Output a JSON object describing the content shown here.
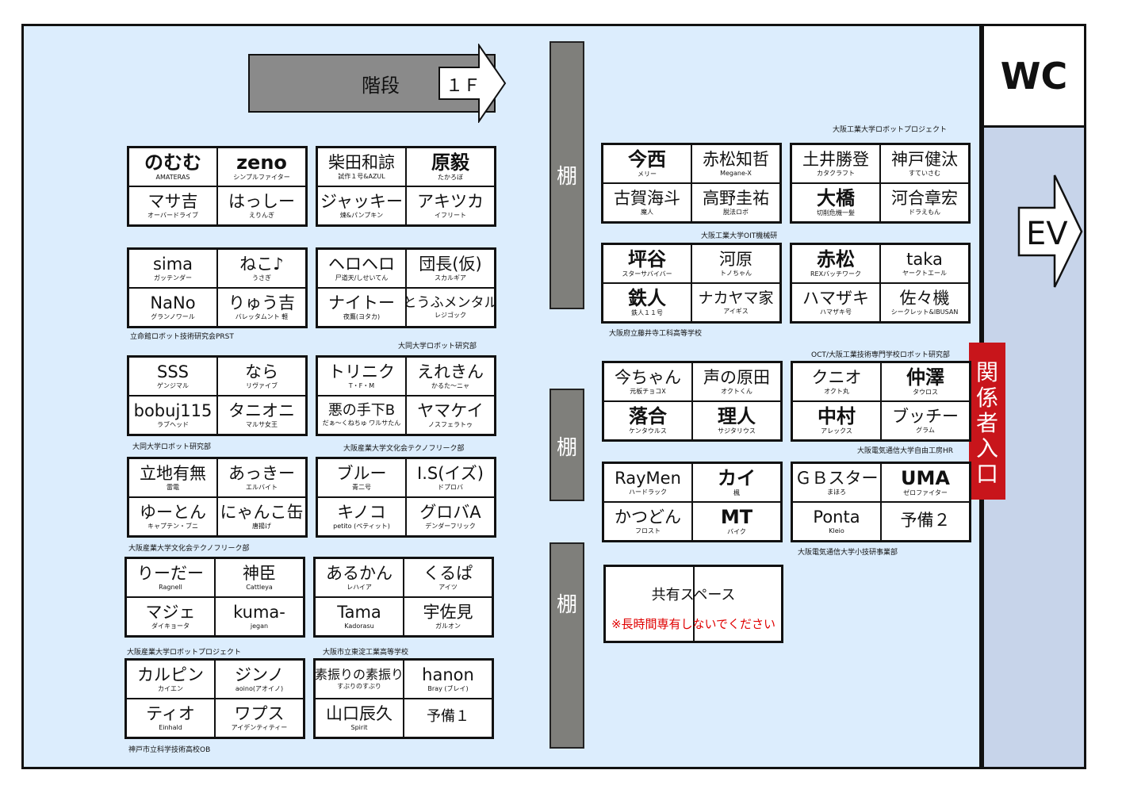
{
  "stairs": {
    "label": "階段",
    "floor": "１Ｆ"
  },
  "wc": "WC",
  "ev": "EV",
  "shelf": "棚",
  "entrance": "関係者入口",
  "shared_space": {
    "title": "共有スペース",
    "warning": "※長時間専有しないでください"
  },
  "clusters": [
    {
      "cells": [
        {
          "n": "のむむ",
          "s": "AMATERAS"
        },
        {
          "n": "zeno",
          "s": "シンプルファイター"
        },
        {
          "n": "マサ吉",
          "s": "オーバードライブ"
        },
        {
          "n": "はっしー",
          "s": "えりんぎ"
        }
      ]
    },
    {
      "cells": [
        {
          "n": "柴田和諒",
          "s": "試作１号&AZUL"
        },
        {
          "n": "原毅",
          "s": "たかろぼ"
        },
        {
          "n": "ジャッキー",
          "s": "煉&パンプキン"
        },
        {
          "n": "アキツカ",
          "s": "イフリート"
        }
      ]
    },
    {
      "cells": [
        {
          "n": "sima",
          "s": "ガッテンダー"
        },
        {
          "n": "ねこ♪",
          "s": "うさぎ"
        },
        {
          "n": "NaNo",
          "s": "グランノワール"
        },
        {
          "n": "りゅう吉",
          "s": "バレッタムント 軽"
        }
      ]
    },
    {
      "cells": [
        {
          "n": "ヘロヘロ",
          "s": "尸道天/しせいてん"
        },
        {
          "n": "団長(仮)",
          "s": "スカルギア"
        },
        {
          "n": "ナイトー",
          "s": "夜鷹(ヨタカ)"
        },
        {
          "n": "とうふメンタル",
          "s": "レジゴック"
        }
      ]
    },
    {
      "cells": [
        {
          "n": "SSS",
          "s": "ゲンジマル"
        },
        {
          "n": "なら",
          "s": "リヴァイブ"
        },
        {
          "n": "bobuj115",
          "s": "ラブヘッド"
        },
        {
          "n": "タニオニ",
          "s": "マルサ女王"
        }
      ]
    },
    {
      "cells": [
        {
          "n": "トリニク",
          "s": "T・F・M"
        },
        {
          "n": "えれきん",
          "s": "かるた～ニャ"
        },
        {
          "n": "悪の手下B",
          "s": "だぁ～くねちゅ ワルサたん"
        },
        {
          "n": "ヤマケイ",
          "s": "ノスフェラトゥ"
        }
      ]
    },
    {
      "cells": [
        {
          "n": "立地有無",
          "s": "雷電"
        },
        {
          "n": "あっきー",
          "s": "エルバイト"
        },
        {
          "n": "ゆーとん",
          "s": "キャプテン・ブニ"
        },
        {
          "n": "にゃんこ缶",
          "s": "唐揚げ"
        }
      ]
    },
    {
      "cells": [
        {
          "n": "ブルー",
          "s": "青二号"
        },
        {
          "n": "I.S(イズ)",
          "s": "ドプロバ"
        },
        {
          "n": "キノコ",
          "s": "petito (ペティット)"
        },
        {
          "n": "グロバA",
          "s": "デンダーフリック"
        }
      ]
    },
    {
      "cells": [
        {
          "n": "りーだー",
          "s": "Ragnell"
        },
        {
          "n": "神臣",
          "s": "Cattleya"
        },
        {
          "n": "マジェ",
          "s": "ダイキョータ"
        },
        {
          "n": "kuma-",
          "s": "jegan"
        }
      ]
    },
    {
      "cells": [
        {
          "n": "あるかん",
          "s": "レハイア"
        },
        {
          "n": "くるぱ",
          "s": "アイツ"
        },
        {
          "n": "Tama",
          "s": "Kadorasu"
        },
        {
          "n": "宇佐見",
          "s": "ガルオン"
        }
      ]
    },
    {
      "cells": [
        {
          "n": "カルピン",
          "s": "カイエン"
        },
        {
          "n": "ジンノ",
          "s": "aoino(アオイノ)"
        },
        {
          "n": "ティオ",
          "s": "Einhald"
        },
        {
          "n": "ワプス",
          "s": "アイデンティティー"
        }
      ]
    },
    {
      "cells": [
        {
          "n": "素振りの素振り",
          "s": "すぶりのすぶり"
        },
        {
          "n": "hanon",
          "s": "Bray (ブレイ)"
        },
        {
          "n": "山口辰久",
          "s": "Spirit"
        },
        {
          "n": "予備１",
          "s": ""
        }
      ]
    },
    {
      "cells": [
        {
          "n": "今西",
          "s": "メリー"
        },
        {
          "n": "赤松知哲",
          "s": "Megane-X"
        },
        {
          "n": "古賀海斗",
          "s": "魔人"
        },
        {
          "n": "高野圭祐",
          "s": "脱法ロボ"
        }
      ]
    },
    {
      "cells": [
        {
          "n": "土井勝登",
          "s": "カタクラフト"
        },
        {
          "n": "神戸健汰",
          "s": "すていさむ"
        },
        {
          "n": "大橋",
          "s": "切削危機一髪"
        },
        {
          "n": "河合章宏",
          "s": "ドラえもん"
        }
      ]
    },
    {
      "cells": [
        {
          "n": "坪谷",
          "s": "スターサバイバー"
        },
        {
          "n": "河原",
          "s": "トノちゃん"
        },
        {
          "n": "鉄人",
          "s": "鉄人１１号"
        },
        {
          "n": "ナカヤマ家",
          "s": "アイギス"
        }
      ]
    },
    {
      "cells": [
        {
          "n": "赤松",
          "s": "REXバッチワーク"
        },
        {
          "n": "taka",
          "s": "ヤークトエール"
        },
        {
          "n": "ハマザキ",
          "s": "ハマザキ号"
        },
        {
          "n": "佐々機",
          "s": "シークレット&IBUSAN"
        }
      ]
    },
    {
      "cells": [
        {
          "n": "今ちゃん",
          "s": "元板チョコX"
        },
        {
          "n": "声の原田",
          "s": "オクトくん"
        },
        {
          "n": "落合",
          "s": "ケンタウルス"
        },
        {
          "n": "理人",
          "s": "サジタリウス"
        }
      ]
    },
    {
      "cells": [
        {
          "n": "クニオ",
          "s": "オクト丸"
        },
        {
          "n": "仲澤",
          "s": "タウロス"
        },
        {
          "n": "中村",
          "s": "アレックス"
        },
        {
          "n": "ブッチー",
          "s": "グラム"
        }
      ]
    },
    {
      "cells": [
        {
          "n": "RayMen",
          "s": "ハードラック"
        },
        {
          "n": "カイ",
          "s": "楓"
        },
        {
          "n": "かつどん",
          "s": "フロスト"
        },
        {
          "n": "MT",
          "s": "バイク"
        }
      ]
    },
    {
      "cells": [
        {
          "n": "ＧＢスター",
          "s": "まほろ"
        },
        {
          "n": "UMA",
          "s": "ゼロファイター"
        },
        {
          "n": "Ponta",
          "s": "Kleio"
        },
        {
          "n": "予備２",
          "s": ""
        }
      ]
    }
  ],
  "labels": [
    "立命館ロボット技術研究会PRST",
    "大同大学ロボット研究部",
    "大同大学ロボット研究部",
    "大阪産業大学文化会テクノフリーク部",
    "大阪産業大学文化会テクノフリーク部",
    "大阪産業大学ロボットプロジェクト",
    "大阪市立東淀工業高等学校",
    "神戸市立科学技術高校OB",
    "大阪工業大学ロボットプロジェクト",
    "大阪工業大学OIT機械研",
    "大阪府立藤井寺工科高等学校",
    "OCT/大阪工業技術専門学校ロボット研究部",
    "大阪電気通信大学自由工房HR",
    "大阪電気通信大学小技研事業部"
  ]
}
